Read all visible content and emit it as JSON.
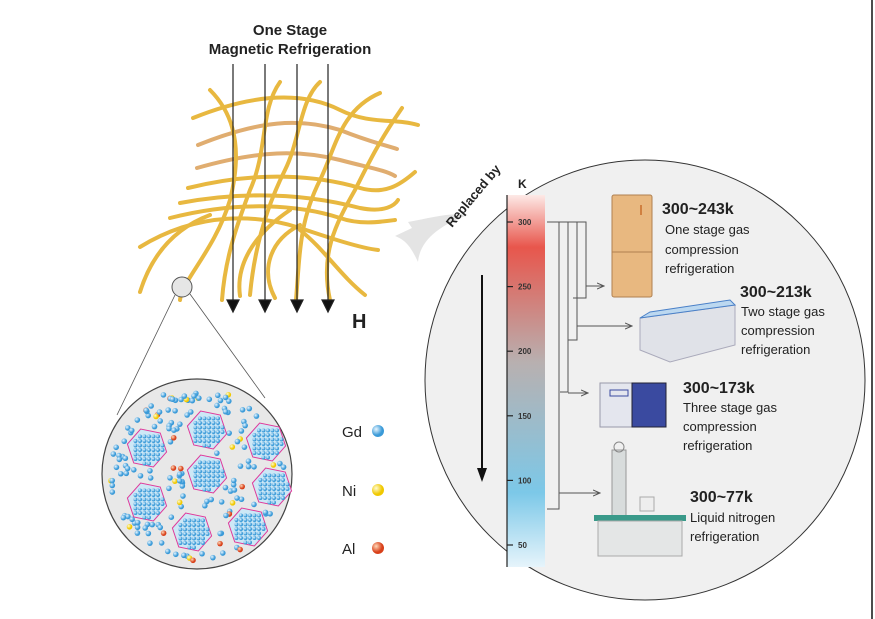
{
  "title": {
    "line1": "One Stage",
    "line2": "Magnetic Refrigeration"
  },
  "field_label": "H",
  "replaced_by": "Replaced by",
  "scale": {
    "unit": "K",
    "ticks": [
      "300",
      "250",
      "200",
      "150",
      "100",
      "50"
    ],
    "tick_values": [
      300,
      250,
      200,
      150,
      100,
      50
    ]
  },
  "methods": [
    {
      "range": "300~243k",
      "lines": [
        "One stage gas",
        "compression",
        "refrigeration"
      ],
      "low_k": 243,
      "icon": "refrigerator-icon"
    },
    {
      "range": "300~213k",
      "lines": [
        "Two stage gas",
        "compression",
        "refrigeration"
      ],
      "low_k": 213,
      "icon": "chest-freezer-icon"
    },
    {
      "range": "300~173k",
      "lines": [
        "Three stage gas",
        "compression",
        "refrigeration"
      ],
      "low_k": 173,
      "icon": "ultra-low-freezer-icon"
    },
    {
      "range": "300~77k",
      "lines": [
        "Liquid nitrogen",
        "refrigeration"
      ],
      "low_k": 77,
      "icon": "electron-microscope-icon"
    }
  ],
  "legend": [
    {
      "label": "Gd",
      "color": "#5ab4e8"
    },
    {
      "label": "Ni",
      "color": "#f5d020"
    },
    {
      "label": "Al",
      "color": "#e8632a"
    }
  ],
  "colors": {
    "fiber": "#e8b840",
    "hot": "#e8534a",
    "cold": "#7cc8e8",
    "cluster": "#e0389a"
  }
}
